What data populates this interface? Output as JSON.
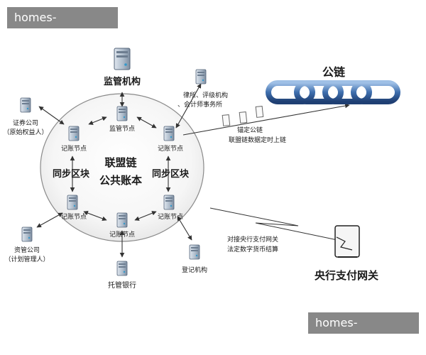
{
  "watermark": {
    "top": "homes-yihao.com",
    "bottom": "homes-yihao.com"
  },
  "center": {
    "line1": "联盟链",
    "line2": "公共账本"
  },
  "sync_block": {
    "left": "同步区块",
    "right": "同步区块"
  },
  "nodes": {
    "regulator_node": "监管节点",
    "ledger_top_left": "记账节点",
    "ledger_top_right": "记账节点",
    "ledger_bottom_left": "记账节点",
    "ledger_bottom_center": "记账节点",
    "ledger_bottom_right": "记账节点"
  },
  "entities": {
    "regulator": "监管机构",
    "law_firm": [
      "律所、评级机构",
      "、会计师事务所"
    ],
    "securities": [
      "证券公司",
      "（原始权益人）"
    ],
    "asset_mgmt": [
      "资管公司",
      "（计划管理人）"
    ],
    "custodian_bank": "托管银行",
    "registry": "登记机构"
  },
  "public_chain": {
    "title": "公链",
    "anchor_label": [
      "锚定公链",
      "联盟链数据定时上链"
    ]
  },
  "central_bank": {
    "title": "央行支付网关",
    "link_label": [
      "对接央行支付网关",
      "法定数字货币结算"
    ]
  }
}
